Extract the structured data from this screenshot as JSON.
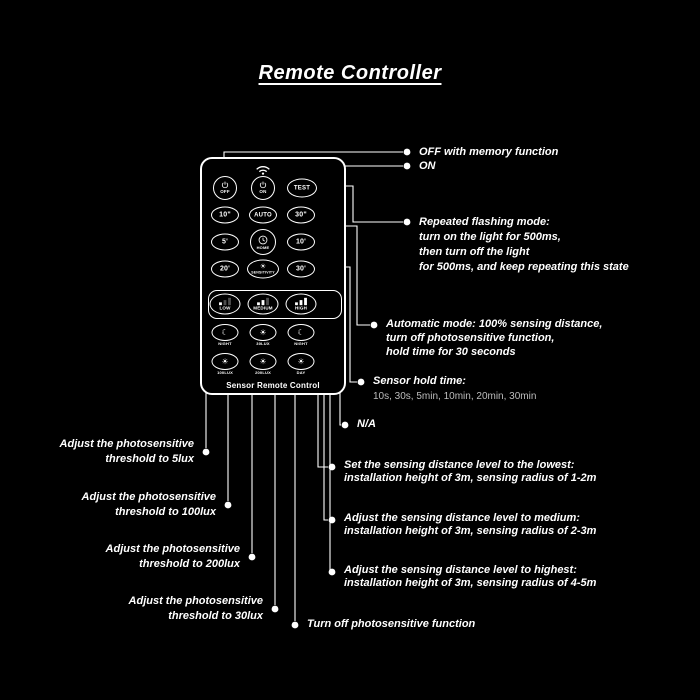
{
  "title": "Remote Controller",
  "icons": {
    "moon": "☾",
    "sun": "☀"
  },
  "remote": {
    "footer": "Sensor Remote Control",
    "buttons": {
      "off": "OFF",
      "on": "ON",
      "test": "TEST",
      "t10s": "10\"",
      "auto": "AUTO",
      "t30s": "30\"",
      "t5m": "5'",
      "home": "HOME",
      "t10m": "10'",
      "t20m": "20'",
      "sensitivity": "SENSITIVITY",
      "t30m": "30'",
      "low": "LOW",
      "medium": "MEDIUM",
      "high": "HIGH",
      "night": "NIGHT",
      "lux30": "30LUX",
      "night2": "NIGHT",
      "lux100": "100LUX",
      "lux200": "200LUX",
      "day": "DAY"
    }
  },
  "annotations_right": [
    {
      "lines": [
        "OFF with memory function"
      ]
    },
    {
      "lines": [
        "ON"
      ]
    },
    {
      "lines": [
        "Repeated flashing mode:",
        "turn on the light for 500ms,",
        "then turn off the light",
        "for 500ms, and keep repeating this state"
      ]
    },
    {
      "lines": [
        "Automatic mode: 100% sensing distance,",
        "turn off photosensitive function,",
        "hold time for 30 seconds"
      ]
    },
    {
      "title": "Sensor hold time:",
      "detail": "10s, 30s, 5min, 10min, 20min, 30min"
    },
    {
      "lines": [
        "N/A"
      ]
    },
    {
      "lines": [
        "Set the sensing distance level to the lowest:",
        "installation height of 3m, sensing radius of 1-2m"
      ]
    },
    {
      "lines": [
        "Adjust the sensing distance level to medium:",
        "installation height of 3m, sensing radius of 2-3m"
      ]
    },
    {
      "lines": [
        "Adjust the sensing distance level to highest:",
        "installation height of 3m, sensing radius of 4-5m"
      ]
    },
    {
      "lines": [
        "Turn off photosensitive function"
      ]
    }
  ],
  "annotations_left": [
    {
      "lines": [
        "Adjust the photosensitive",
        "threshold to 5lux"
      ]
    },
    {
      "lines": [
        "Adjust the photosensitive",
        "threshold to 100lux"
      ]
    },
    {
      "lines": [
        "Adjust the photosensitive",
        "threshold to 200lux"
      ]
    },
    {
      "lines": [
        "Adjust the photosensitive",
        "threshold to 30lux"
      ]
    }
  ],
  "colors": {
    "background": "#000000",
    "foreground": "#ffffff",
    "muted": "#bdbdbd"
  }
}
